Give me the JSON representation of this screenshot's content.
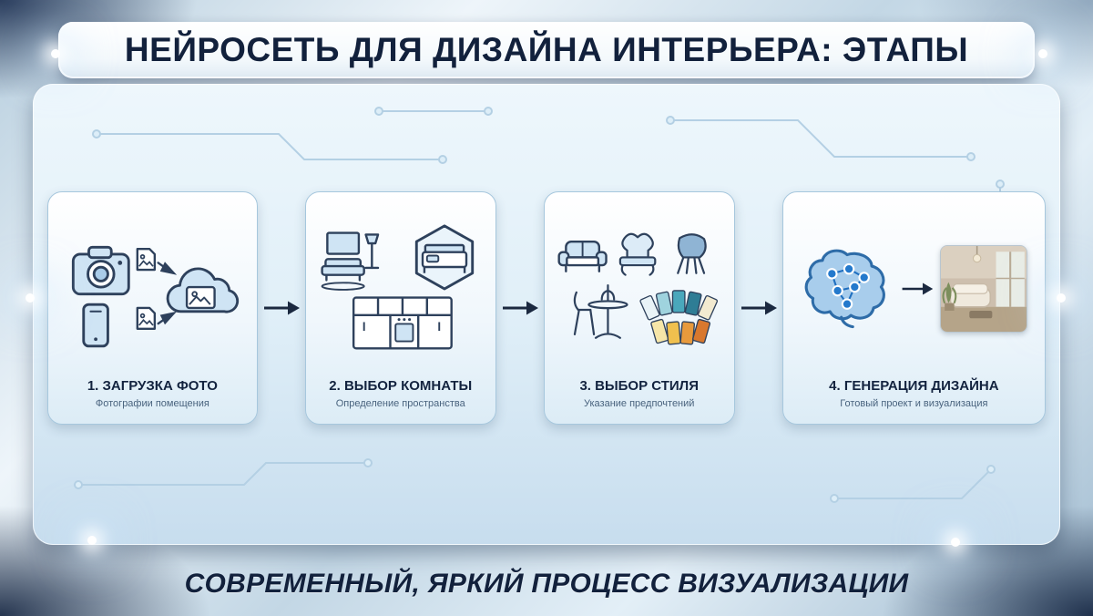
{
  "title": "НЕЙРОСЕТЬ ДЛЯ ДИЗАЙНА ИНТЕРЬЕРА: ЭТАПЫ",
  "footer": "СОВРЕМЕННЫЙ, ЯРКИЙ ПРОЦЕСС ВИЗУАЛИЗАЦИИ",
  "steps": [
    {
      "label": "1. ЗАГРУЗКА ФОТО",
      "sublabel": "Фотографии помещения",
      "icons": [
        "camera-icon",
        "photo-file-icon",
        "smartphone-icon",
        "photo-file-icon",
        "cloud-photo-icon",
        "upload-arrow-icon"
      ]
    },
    {
      "label": "2. ВЫБОР КОМНАТЫ",
      "sublabel": "Определение пространства",
      "icons": [
        "living-room-icon",
        "bedroom-hexagon-icon",
        "kitchen-icon"
      ]
    },
    {
      "label": "3. ВЫБОР СТИЛЯ",
      "sublabel": "Указание предпочтений",
      "icons": [
        "sofa-icon",
        "classic-armchair-icon",
        "modern-chair-icon",
        "dining-chair-icon",
        "pedestal-table-icon",
        "color-swatches-icon"
      ]
    },
    {
      "label": "4. ГЕНЕРАЦИЯ ДИЗАЙНА",
      "sublabel": "Готовый проект и визуализация",
      "icons": [
        "ai-brain-icon",
        "arrow-icon",
        "interior-render-image"
      ]
    }
  ],
  "flow_arrow_count": 3,
  "colors": {
    "title_text": "#12213c",
    "icon_stroke": "#2e415c",
    "icon_fill": "#cfe4f4",
    "card_border": "#a6c7dd",
    "arrow": "#1b2940",
    "brain_fill": "#a8cdec",
    "brain_network": "#1f6fc0",
    "swatches": [
      "#e9f3f7",
      "#9fd3de",
      "#4aa8bc",
      "#2e7d95",
      "#f2ead0",
      "#f6e6a8",
      "#f0c04e",
      "#e89a3c",
      "#d8782e"
    ]
  }
}
